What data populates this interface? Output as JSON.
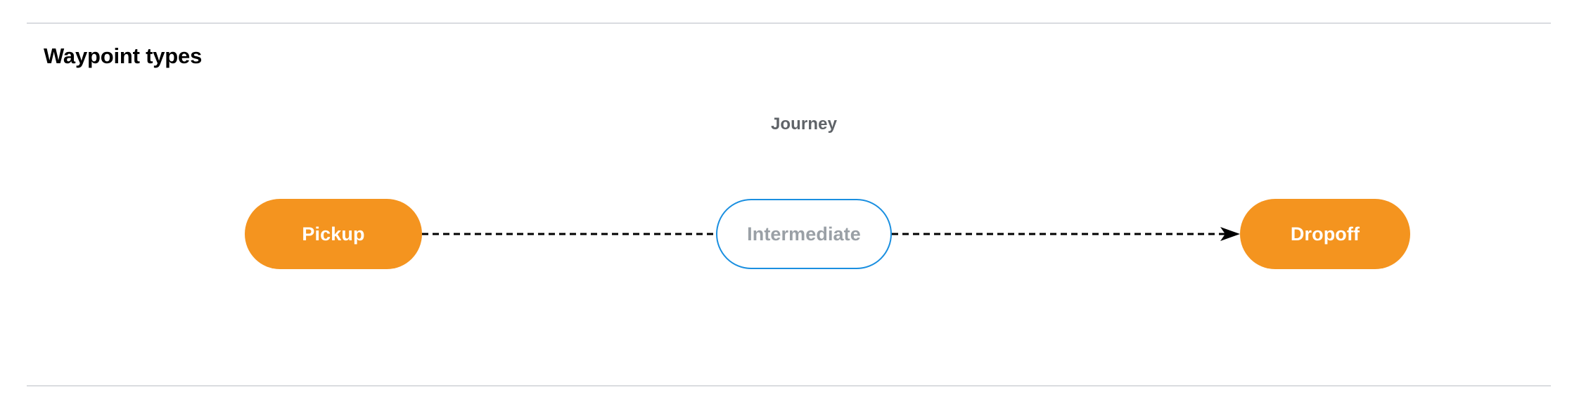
{
  "section": {
    "title": "Waypoint types"
  },
  "diagram": {
    "group_label": "Journey",
    "nodes": [
      {
        "id": "pickup",
        "label": "Pickup",
        "kind": "terminal",
        "fill": "#F4941F",
        "text_color": "#ffffff"
      },
      {
        "id": "intermediate",
        "label": "Intermediate",
        "kind": "optional",
        "fill": "#ffffff",
        "border_color": "#1a8fe0",
        "text_color": "#9aa0a6"
      },
      {
        "id": "dropoff",
        "label": "Dropoff",
        "kind": "terminal",
        "fill": "#F4941F",
        "text_color": "#ffffff"
      }
    ],
    "connectors": [
      {
        "from": "pickup",
        "to": "intermediate",
        "style": "dashed",
        "arrowhead": false,
        "color": "#000000"
      },
      {
        "from": "intermediate",
        "to": "dropoff",
        "style": "dashed",
        "arrowhead": true,
        "color": "#000000"
      }
    ]
  },
  "colors": {
    "divider": "#dadce0",
    "accent_orange": "#F4941F",
    "accent_blue": "#1a8fe0",
    "muted_text": "#9aa0a6",
    "label_gray": "#5f6368",
    "background": "#ffffff"
  }
}
